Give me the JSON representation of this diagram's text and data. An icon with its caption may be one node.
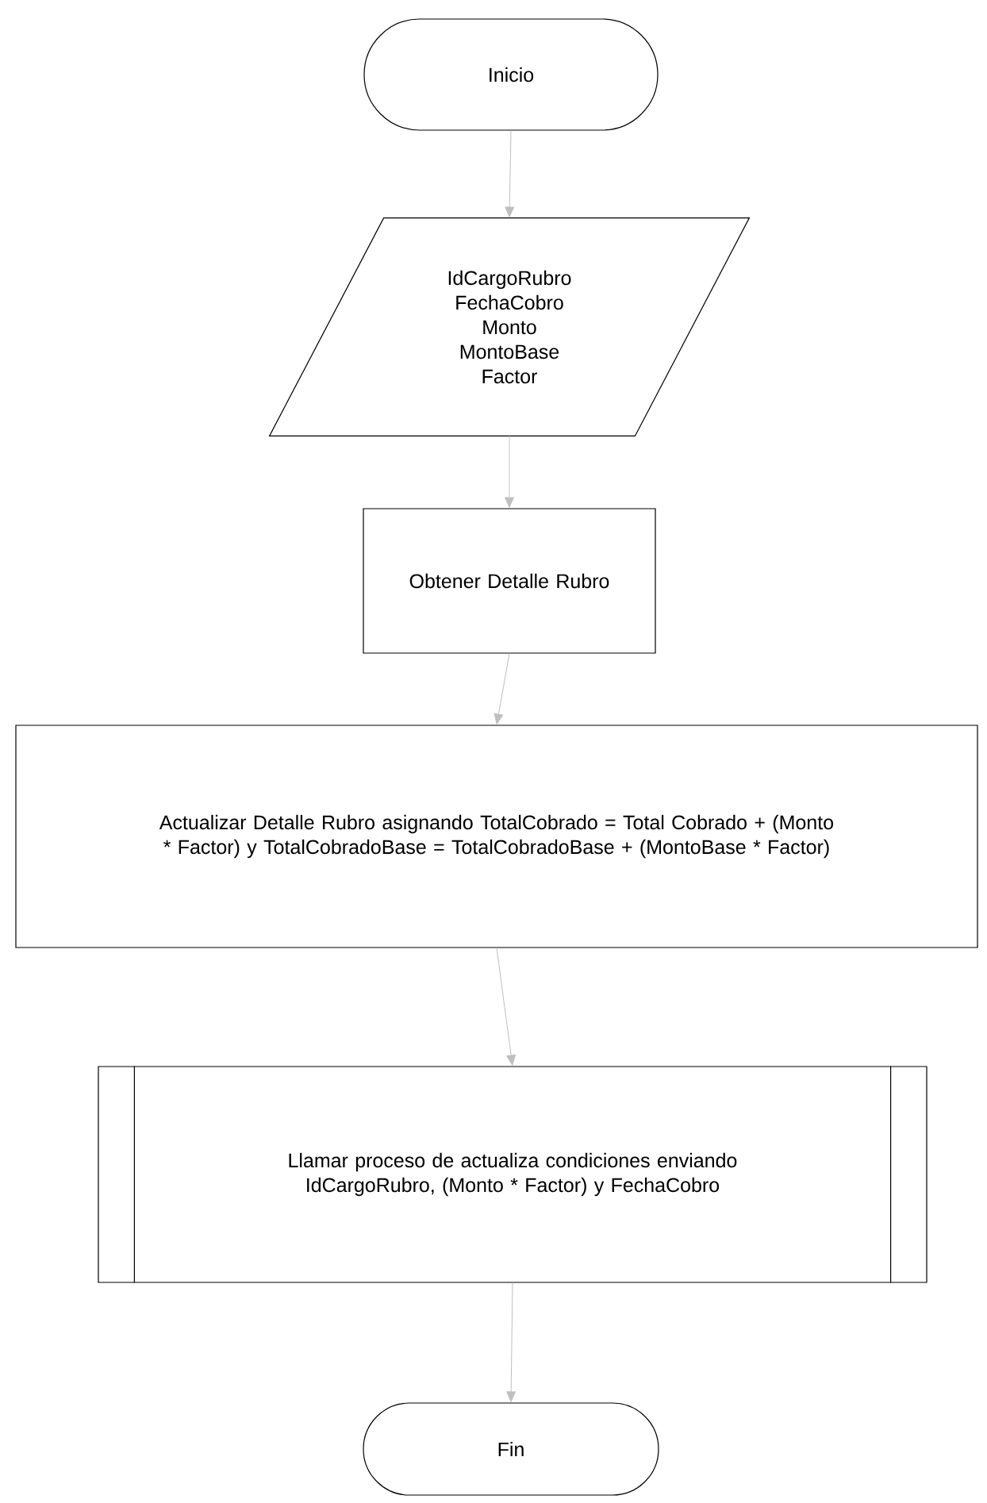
{
  "diagram": {
    "nodes": [
      {
        "text": [
          "Inicio"
        ]
      },
      {
        "text": [
          "IdCargoRubro",
          "FechaCobro",
          "Monto",
          "MontoBase",
          "Factor"
        ]
      },
      {
        "text": [
          "Obtener Detalle Rubro"
        ]
      },
      {
        "text": [
          "Actualizar Detalle Rubro asignando TotalCobrado = Total Cobrado + (Monto * Factor) y TotalCobradoBase = TotalCobradoBase + (MontoBase * Factor)"
        ]
      },
      {
        "text": [
          "Llamar proceso de actualiza condiciones enviando IdCargoRubro, (Monto * Factor) y FechaCobro"
        ]
      },
      {
        "text": [
          "Fin"
        ]
      }
    ],
    "edges": [
      {
        "from": 0,
        "to": 1,
        "arrow": "to"
      },
      {
        "from": 1,
        "to": 2,
        "arrow": "to"
      },
      {
        "from": 2,
        "to": 3,
        "arrow": "to"
      },
      {
        "from": 3,
        "to": 4,
        "arrow": "to"
      },
      {
        "from": 4,
        "to": 5,
        "arrow": "to"
      }
    ]
  }
}
